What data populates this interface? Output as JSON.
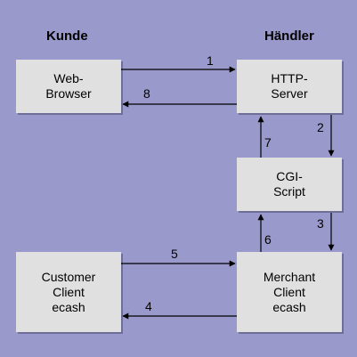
{
  "headings": {
    "left": "Kunde",
    "right": "Händler"
  },
  "boxes": {
    "web_browser": {
      "line1": "Web-",
      "line2": "Browser"
    },
    "http_server": {
      "line1": "HTTP-",
      "line2": "Server"
    },
    "cgi_script": {
      "line1": "CGI-",
      "line2": "Script"
    },
    "customer_client": {
      "line1": "Customer",
      "line2": "Client",
      "line3": "ecash"
    },
    "merchant_client": {
      "line1": "Merchant",
      "line2": "Client",
      "line3": "ecash"
    }
  },
  "arrows": {
    "a1": "1",
    "a2": "2",
    "a3": "3",
    "a4": "4",
    "a5": "5",
    "a6": "6",
    "a7": "7",
    "a8": "8"
  }
}
